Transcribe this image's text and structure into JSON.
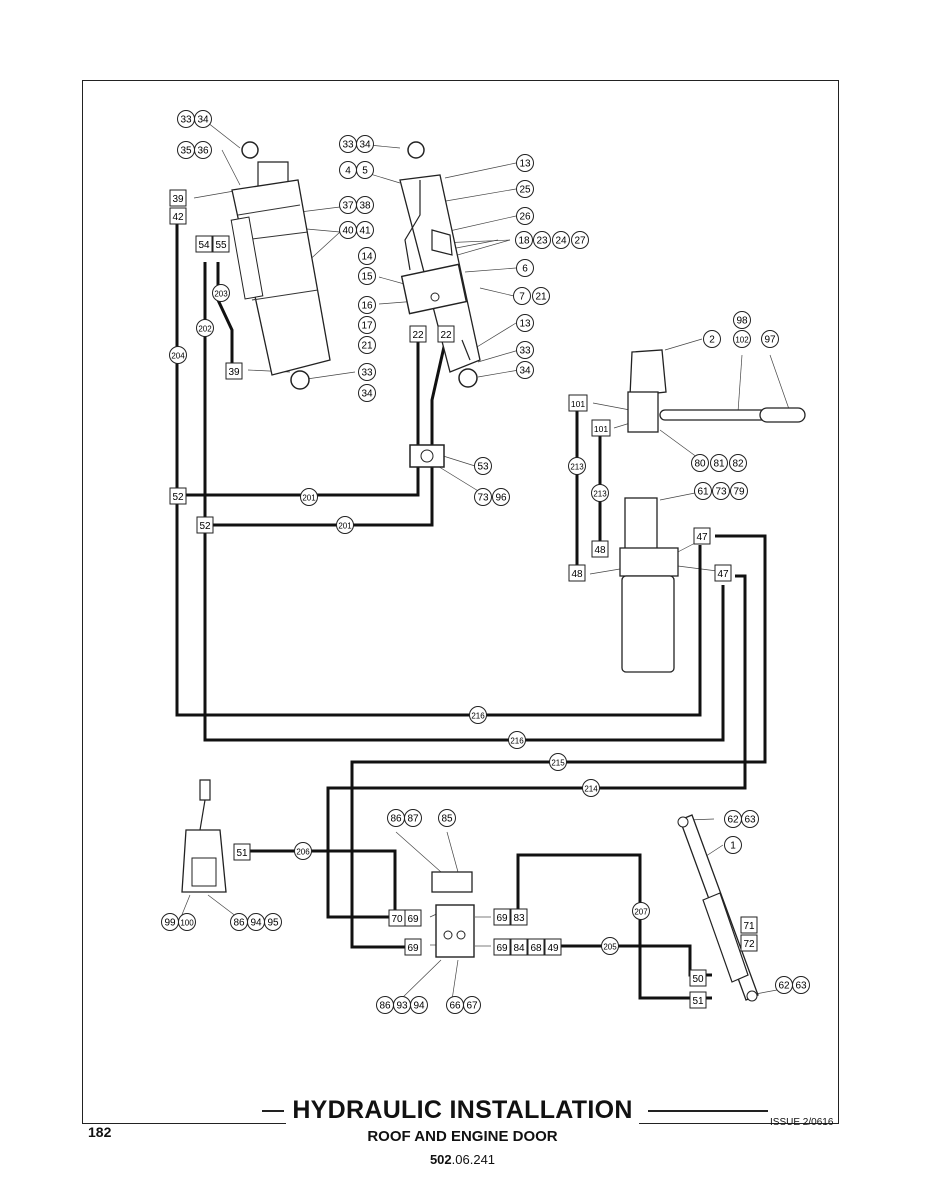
{
  "title": "HYDRAULIC INSTALLATION",
  "subtitle": "ROOF AND ENGINE DOOR",
  "doc_number_bold": "502",
  "doc_number_rest": ".06.241",
  "page_number": "182",
  "issue": "ISSUE 2/0616",
  "callouts": {
    "c_33": "33",
    "c_34": "34",
    "c_35": "35",
    "c_36": "36",
    "c_37": "37",
    "c_38": "38",
    "c_40": "40",
    "c_41": "41",
    "c_4": "4",
    "c_5": "5",
    "c_13": "13",
    "c_25": "25",
    "c_26": "26",
    "c_18": "18",
    "c_23": "23",
    "c_24": "24",
    "c_27": "27",
    "c_14": "14",
    "c_15": "15",
    "c_6": "6",
    "c_16": "16",
    "c_7": "7",
    "c_21": "21",
    "c_17": "17",
    "c_203": "203",
    "c_202": "202",
    "c_204": "204",
    "c_53": "53",
    "c_73": "73",
    "c_96": "96",
    "c_201": "201",
    "c_2": "2",
    "c_98": "98",
    "c_102": "102",
    "c_97": "97",
    "c_80": "80",
    "c_81": "81",
    "c_82": "82",
    "c_213": "213",
    "c_61": "61",
    "c_79": "79",
    "c_216": "216",
    "c_215": "215",
    "c_214": "214",
    "c_206": "206",
    "c_86": "86",
    "c_87": "87",
    "c_85": "85",
    "c_62": "62",
    "c_63": "63",
    "c_1": "1",
    "c_99": "99",
    "c_100": "100",
    "c_94": "94",
    "c_95": "95",
    "c_207": "207",
    "c_205": "205",
    "c_93": "93",
    "c_66": "66",
    "c_67": "67"
  },
  "boxes": {
    "b_39": "39",
    "b_42": "42",
    "b_54": "54",
    "b_55": "55",
    "b_22": "22",
    "b_52": "52",
    "b_101": "101",
    "b_47": "47",
    "b_48": "48",
    "b_51": "51",
    "b_70": "70",
    "b_69": "69",
    "b_83": "83",
    "b_84": "84",
    "b_68": "68",
    "b_49": "49",
    "b_71": "71",
    "b_72": "72",
    "b_50": "50"
  }
}
